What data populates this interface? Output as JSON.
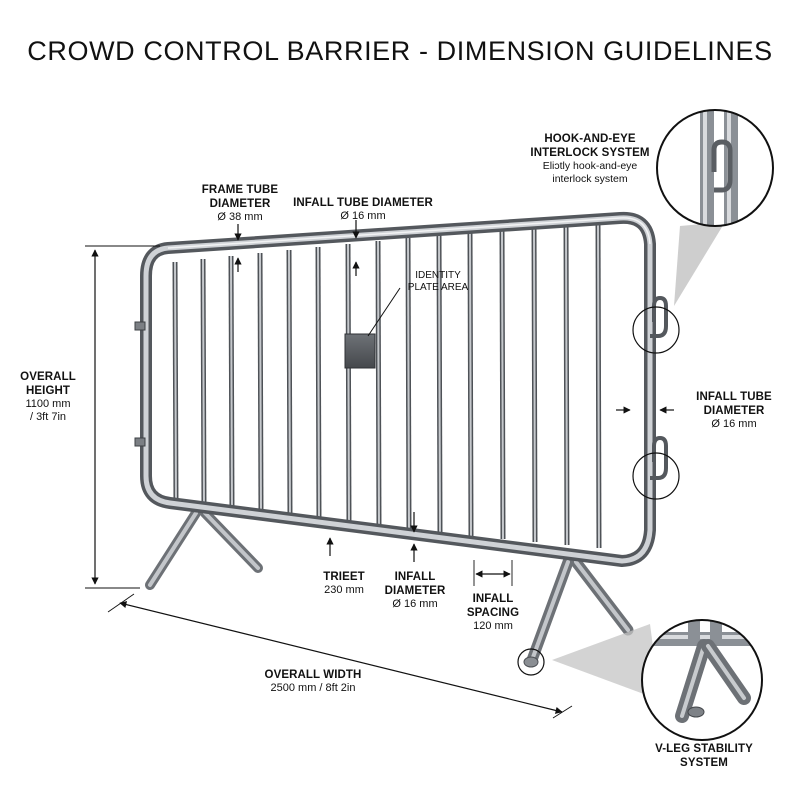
{
  "title": "CROWD CONTROL BARRIER - DIMENSION GUIDELINES",
  "labels": {
    "frame_tube": {
      "line1": "FRAME TUBE",
      "line2": "DIAMETER",
      "value": "Ø 38 mm"
    },
    "infall_tube_top": {
      "line1": "INFALL TUBE DIAMETER",
      "value": "Ø 16 mm"
    },
    "identity_plate": {
      "line1": "IDENTITY",
      "line2": "PLATE AREA"
    },
    "hook_eye": {
      "line1": "HOOK-AND-EYE",
      "line2": "INTERLOCK SYSTEM",
      "desc1": "Eliɔtly hook-and-eye",
      "desc2": "interlock system"
    },
    "overall_height": {
      "line1": "OVERALL",
      "line2": "HEIGHT",
      "value1": "1100 mm",
      "value2": "/ 3ft 7in"
    },
    "infall_tube_right": {
      "line1": "INFALL TUBE",
      "line2": "DIAMETER",
      "value": "Ø 16 mm"
    },
    "trieet": {
      "line1": "TRIEET",
      "value": "230 mm"
    },
    "infall_diameter_bottom": {
      "line1": "INFALL",
      "line2": "DIAMETER",
      "value": "Ø 16 mm"
    },
    "infall_spacing": {
      "line1": "INFALL",
      "line2": "SPACING",
      "value": "120 mm"
    },
    "overall_width": {
      "line1": "OVERALL WIDTH",
      "value": "2500 mm / 8ft 2in"
    },
    "v_leg": {
      "line1": "V-LEG STABILITY",
      "line2": "SYSTEM"
    }
  },
  "colors": {
    "steel": "#9aa0a6",
    "steel_dark": "#5f6369",
    "ink": "#111111"
  }
}
